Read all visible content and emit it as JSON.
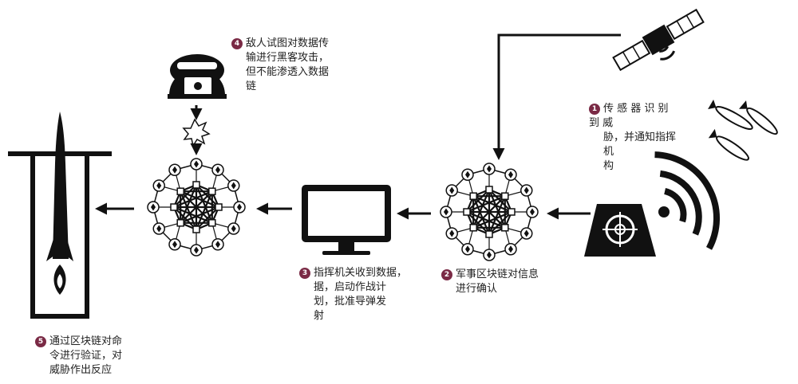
{
  "colors": {
    "ink": "#111111",
    "badge": "#7a2a45",
    "node_fill": "#ffffff"
  },
  "icons": [
    "satellite-icon",
    "missile-icon",
    "radar-station-icon",
    "signal-waves-icon",
    "blockchain-network-icon",
    "monitor-icon",
    "hacker-icon",
    "explosion-icon",
    "missile-silo-icon",
    "arrow-left-icon",
    "arrow-down-icon"
  ],
  "notes": {
    "n1": {
      "num": "1",
      "lines": [
        "传 感 器 识 别 到 威",
        "胁，并通知指挥机",
        "构"
      ]
    },
    "n2": {
      "num": "2",
      "lines": [
        "军事区块链对信息",
        "进行确认"
      ]
    },
    "n3": {
      "num": "3",
      "lines": [
        "指挥机关收到数据，",
        "据，启动作战计",
        "划，批准导弹发",
        "射"
      ]
    },
    "n4": {
      "num": "4",
      "lines": [
        "敌人试图对数据传",
        "输进行黑客攻击，",
        "但不能渗透入数据",
        "链"
      ]
    },
    "n5": {
      "num": "5",
      "lines": [
        "通过区块链对命",
        "令进行验证，对",
        "威胁作出反应"
      ]
    }
  }
}
